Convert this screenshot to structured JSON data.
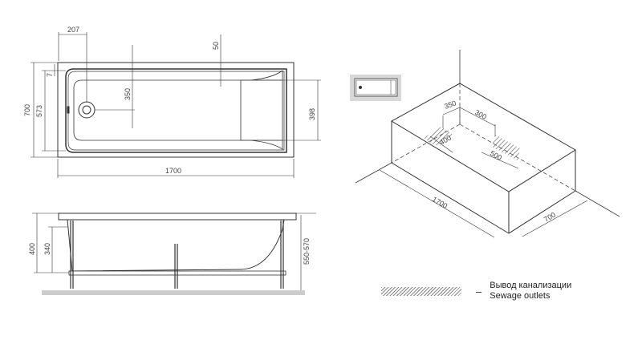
{
  "top_view": {
    "dims": {
      "overflow_offset": "207",
      "drain_distance": "350",
      "rim": "50",
      "width": "700",
      "inner_width": "573",
      "edge": "7",
      "headrest_width": "398",
      "length": "1700"
    }
  },
  "side_view": {
    "dims": {
      "height": "400",
      "inner_depth": "340",
      "total_height": "550-570"
    }
  },
  "iso_view": {
    "dims": {
      "d350": "350",
      "d300": "300",
      "d400": "400",
      "d500": "500",
      "length": "1700",
      "width": "700"
    }
  },
  "legend": {
    "dash": "–",
    "label_ru": "Вывод канализации",
    "label_en": "Sewage outlets"
  },
  "colors": {
    "line": "#333333",
    "floor": "#cccccc",
    "thumb_bg": "#d8d8d8"
  }
}
